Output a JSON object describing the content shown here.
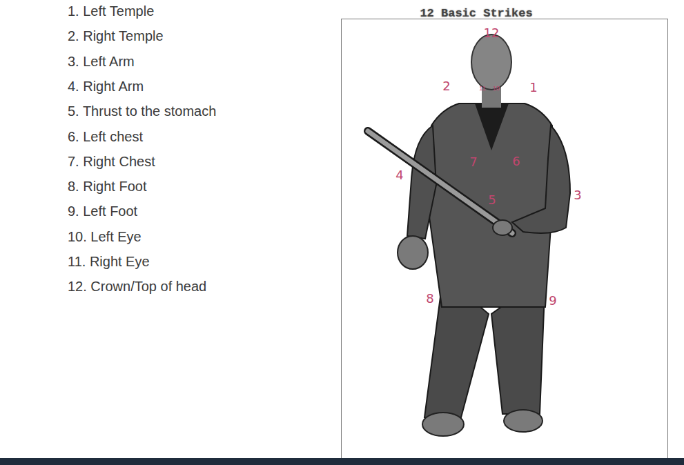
{
  "diagram": {
    "title": "12 Basic Strikes",
    "labels": [
      "1. Left Temple",
      "2. Right Temple",
      "3. Left Arm",
      "4. Right Arm",
      "5. Thrust to the stomach",
      "6. Left chest",
      "7. Right Chest",
      "8. Right Foot",
      "9. Left Foot",
      "10. Left Eye",
      "11. Right Eye",
      "12. Crown/Top of head",
      "12",
      "2",
      "1",
      "11",
      "10",
      "7",
      "6",
      "4",
      "3",
      "5",
      "8",
      "9"
    ]
  }
}
